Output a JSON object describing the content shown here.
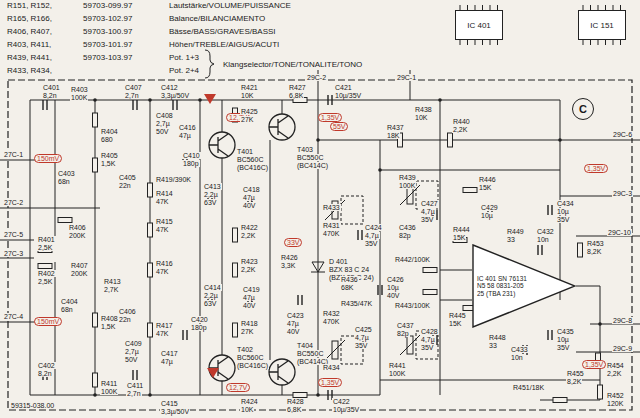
{
  "diagram": {
    "nodes": [
      {
        "text": [
          "C"
        ]
      },
      {
        "text": [
          "IC 401"
        ]
      },
      {
        "text": [
          "IC 151"
        ]
      },
      {
        "text": [
          "IC 401 SN 76131 N5 58 0831-205 25 (TBA 231)"
        ]
      }
    ],
    "labels": [
      "R151, R152,",
      "59703-099.97",
      "Lautstärke/VOLUME/PUISSANCE",
      "R165, R166,",
      "59703-102.97",
      "Balance/BILANCIAMENTO",
      "R406, R407,",
      "59703-100.97",
      "Bässe/BASS/GRAVES/BASSI",
      "R403, R411,",
      "59703-101.97",
      "Höhen/TREBLE/AIGUS/ACUTI",
      "R439, R441,",
      "59703-103.97",
      "Pot. 1+3",
      "R433, R434,",
      "Pot. 2+4",
      "Klangselector/TONE/TONALITE/TONO",
      "29C-2",
      "29C-1",
      "29C-6",
      "29C-3",
      "29C-10",
      "29C-8",
      "29C-9",
      "27C-1",
      "27C-2",
      "27C-5",
      "27C-3",
      "27C-4",
      "59315-038.00",
      "150mV",
      "150mV",
      "12,7V",
      "12,7V",
      "1,35V",
      "1,35V",
      "33V",
      "55V",
      "1,35V",
      "1,35V",
      "C401",
      "8,2n",
      "R403",
      "100K",
      "R404",
      "680",
      "R405",
      "1,5K",
      "C403",
      "68n",
      "C405",
      "22n",
      "R406",
      "200K",
      "R401",
      "2,5K",
      "R402",
      "2,5K",
      "R407",
      "200K",
      "R413",
      "2,7K",
      "C404",
      "68n",
      "R408",
      "1,5K",
      "C406",
      "22n",
      "C402",
      "8,2n",
      "R411",
      "100K",
      "C411",
      "2,7n",
      "C407",
      "2,7n",
      "C412",
      "3,3µ/50V",
      "R421",
      "10K",
      "R427",
      "6,8K",
      "C421",
      "10µ/35V",
      "C408",
      "2,7µ",
      "50V",
      "C416",
      "47µ",
      "R425",
      "27K",
      "T401",
      "BC560C",
      "(BC416C)",
      "T403",
      "BC550C",
      "(BC414C)",
      "C410",
      "180p",
      "R419/390K",
      "R414",
      "47K",
      "C413",
      "2,2µ",
      "63V",
      "C418",
      "47µ",
      "40V",
      "R415",
      "47K",
      "R422",
      "2,2K",
      "R416",
      "47K",
      "R423",
      "2,2K",
      "C414",
      "2,2µ",
      "63V",
      "C419",
      "47µ",
      "40V",
      "R417",
      "47K",
      "C420",
      "180p",
      "R418",
      "27K",
      "C409",
      "2,7µ",
      "50V",
      "C417",
      "47µ",
      "T402",
      "BC560C",
      "(BC416C)",
      "T404",
      "BC550C",
      "(BC414C)",
      "C415",
      "3,3µ/50V",
      "R424",
      "10K",
      "R428",
      "6,8K",
      "C422",
      "10µ/35V",
      "R426",
      "3,3K",
      "D 401",
      "BZX 83 C 24",
      "(BZX 55 C 24)",
      "C423",
      "47µ",
      "40V",
      "R435/47K",
      "R438",
      "10K",
      "R437",
      "18K",
      "R440",
      "2,2K",
      "R433",
      "R431",
      "470K",
      "C424",
      "4,7µ",
      "35V",
      "R439",
      "100K",
      "C436",
      "82p",
      "C427",
      "4,7µ",
      "35V",
      "R444",
      "15K",
      "R436",
      "68K",
      "C426",
      "10µ",
      "40V",
      "R442/100K",
      "R443/100K",
      "R446",
      "15K",
      "C429",
      "10µ",
      "C434",
      "10µ",
      "35V",
      "C432",
      "10n",
      "R449",
      "33",
      "R453",
      "8,2K",
      "R445",
      "15K",
      "R448",
      "33",
      "C433",
      "10n",
      "C435",
      "10µ",
      "35V",
      "R454",
      "2,2K",
      "R432",
      "470K",
      "C425",
      "4,7µ",
      "35V",
      "R434",
      "C437",
      "82p",
      "C428",
      "4,7µ",
      "35V",
      "R441",
      "100K",
      "R451/18K",
      "R455",
      "8,2K",
      "R452",
      "120K"
    ]
  }
}
